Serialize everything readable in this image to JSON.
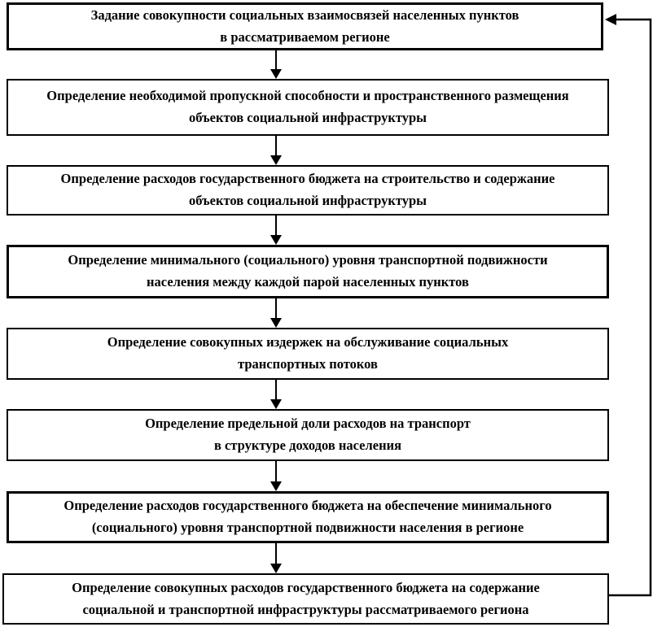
{
  "diagram": {
    "description": "Flowchart of determining state budget expenses for social and transport infrastructure of a region",
    "colors": {
      "border": "#000000",
      "background": "#ffffff",
      "text": "#000000",
      "connector": "#000000"
    },
    "boxes": [
      {
        "id": 1,
        "lines": [
          "Задание совокупности социальных взаимосвязей населенных пунктов",
          "в рассматриваемом регионе"
        ]
      },
      {
        "id": 2,
        "lines": [
          "Определение необходимой пропускной способности и пространственного размещения",
          "объектов социальной инфраструктуры"
        ]
      },
      {
        "id": 3,
        "lines": [
          "Определение расходов государственного бюджета на строительство и содержание",
          "объектов социальной инфраструктуры"
        ]
      },
      {
        "id": 4,
        "lines": [
          "Определение минимального (социального) уровня транспортной подвижности",
          "населения между каждой парой населенных пунктов"
        ]
      },
      {
        "id": 5,
        "lines": [
          "Определение совокупных издержек на обслуживание социальных",
          "транспортных потоков"
        ]
      },
      {
        "id": 6,
        "lines": [
          "Определение предельной доли расходов на транспорт",
          "в структуре доходов населения"
        ]
      },
      {
        "id": 7,
        "lines": [
          "Определение расходов государственного бюджета на обеспечение минимального",
          "(социального) уровня транспортной подвижности населения в регионе"
        ]
      },
      {
        "id": 8,
        "lines": [
          "Определение совокупных расходов государственного бюджета на содержание",
          "социальной и транспортной инфраструктуры рассматриваемого региона"
        ]
      }
    ],
    "connectors": {
      "down_arrows_count": 7,
      "feedback_loop": "from box 8 right edge up to box 1 right edge"
    }
  }
}
